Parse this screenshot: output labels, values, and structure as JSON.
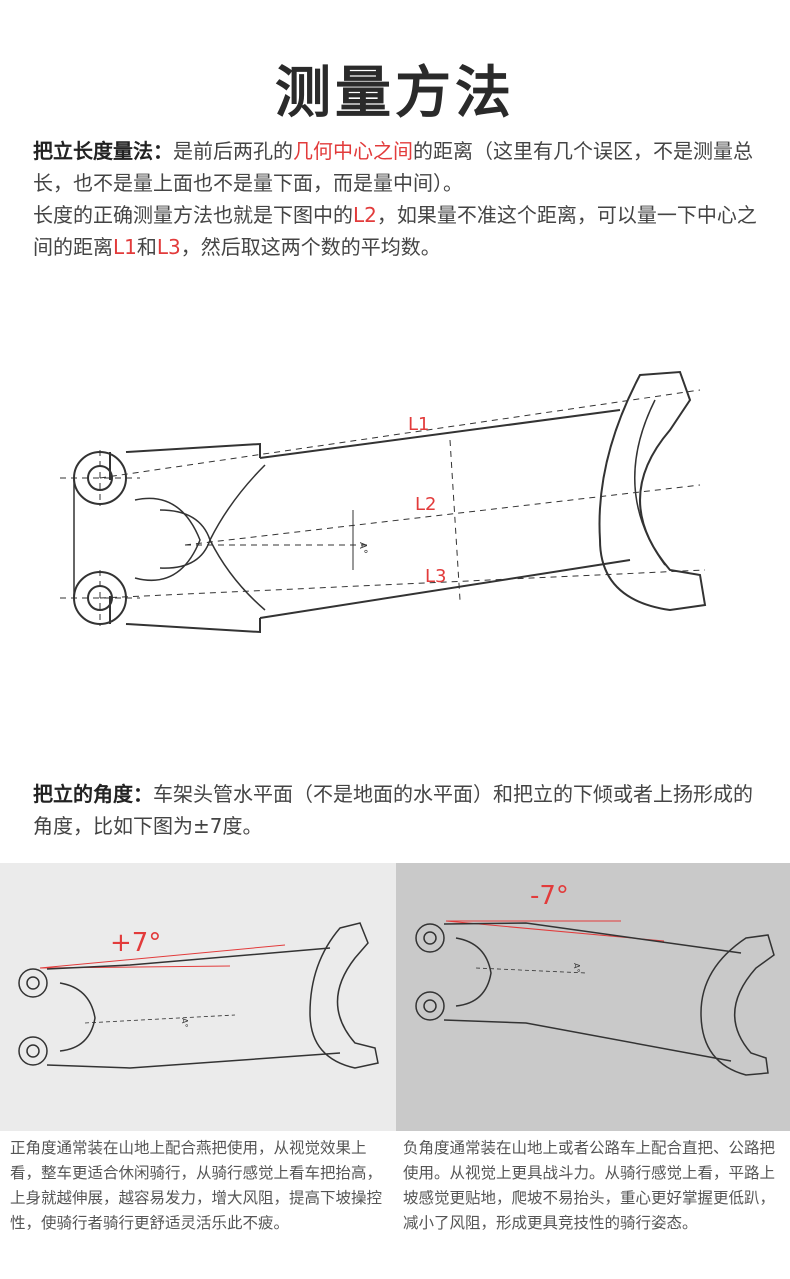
{
  "title": "测量方法",
  "stem_length": {
    "lead": "把立长度量法：",
    "text_before": "是前后两孔的",
    "highlight": "几何中心之间",
    "text_after": "的距离（这里有几个误区，不是测量总长，也不是量上面也不是量下面，而是量中间）。",
    "line2_before": "长度的正确测量方法也就是下图中的",
    "line2_l2": "L2",
    "line2_mid": "，如果量不准这个距离，可以量一下中心之间的距离",
    "line2_l1": "L1",
    "line2_and": "和",
    "line2_l3": "L3",
    "line2_end": "，然后取这两个数的平均数。"
  },
  "diagram": {
    "label_l1": "L1",
    "label_l2": "L2",
    "label_l3": "L3",
    "label_a": "A°"
  },
  "stem_angle": {
    "lead": "把立的角度：",
    "text": "车架头管水平面（不是地面的水平面）和把立的下倾或者上扬形成的角度，比如下图为±7度。"
  },
  "positive": {
    "label": "+7°",
    "angle_mark": "A°",
    "caption": "正角度通常装在山地上配合燕把使用，从视觉效果上看，整车更适合休闲骑行，从骑行感觉上看车把抬高，上身就越伸展，越容易发力，增大风阻，提高下坡操控性，使骑行者骑行更舒适灵活乐此不疲。"
  },
  "negative": {
    "label": "-7°",
    "angle_mark": "A°",
    "caption": "负角度通常装在山地上或者公路车上配合直把、公路把使用。从视觉上更具战斗力。从骑行感觉上看，平路上坡感觉更贴地，爬坡不易抬头，重心更好掌握更低趴，减小了风阻，形成更具竞技性的骑行姿态。"
  },
  "colors": {
    "accent": "#e23b3b",
    "panel_left": "#ebebeb",
    "panel_right": "#c9c9c9"
  }
}
